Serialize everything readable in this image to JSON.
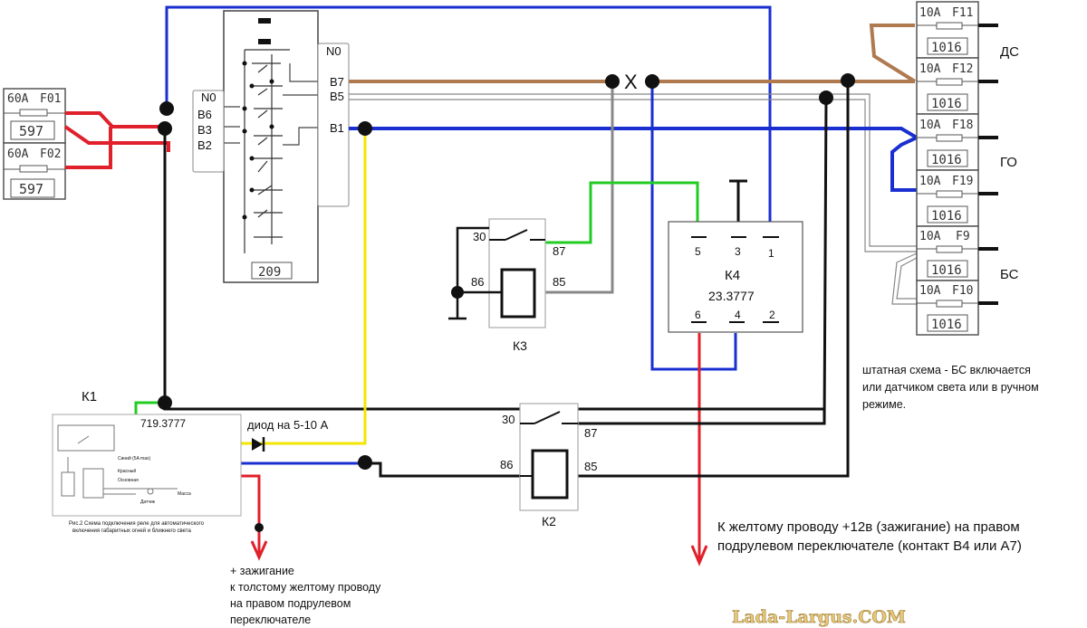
{
  "fuses": {
    "f01": {
      "rating": "60A",
      "name": "F01",
      "code": "597"
    },
    "f02": {
      "rating": "60A",
      "name": "F02",
      "code": "597"
    },
    "f11": {
      "rating": "10A",
      "name": "F11",
      "code": "1016"
    },
    "f12": {
      "rating": "10A",
      "name": "F12",
      "code": "1016"
    },
    "f18": {
      "rating": "10A",
      "name": "F18",
      "code": "1016"
    },
    "f19": {
      "rating": "10A",
      "name": "F19",
      "code": "1016"
    },
    "f9": {
      "rating": "10A",
      "name": "F9",
      "code": "1016"
    },
    "f10": {
      "rating": "10A",
      "name": "F10",
      "code": "1016"
    }
  },
  "fuse_groups": {
    "ds": "ДС",
    "go": "ГО",
    "bs": "БС"
  },
  "switch": {
    "code": "209",
    "left_no": "N0",
    "b6": "B6",
    "b3": "B3",
    "b2": "B2",
    "right_no": "N0",
    "b7": "B7",
    "b5": "B5",
    "b1": "B1"
  },
  "cut_mark": "X",
  "k3": {
    "name": "К3",
    "p30": "30",
    "p87": "87",
    "p86": "86",
    "p85": "85"
  },
  "k2": {
    "name": "К2",
    "p30": "30",
    "p87": "87",
    "p86": "86",
    "p85": "85"
  },
  "k4": {
    "name": "К4",
    "part": "23.3777",
    "p5": "5",
    "p3": "3",
    "p1": "1",
    "p6": "6",
    "p4": "4",
    "p2": "2"
  },
  "k1": {
    "name": "К1",
    "part": "719.3777",
    "wire_blue": "Синий (5A max)",
    "wire_red": "Красный",
    "wire_gray": "Основная",
    "sensor": "Датчик",
    "mass": "Масса",
    "caption_line1": "Рис.2 Схема подключения реле для автоматического",
    "caption_line2": "включения габаритных огней и ближнего света"
  },
  "diode_label": "диод на 5-10 А",
  "notes": {
    "standard_line1": "штатная схема - БС включается",
    "standard_line2": "или датчиком света или в ручном",
    "standard_line3": "режиме.",
    "k4_line1": "К желтому проводу +12в (зажигание) на правом",
    "k4_line2": "подрулевом переключателе (контакт В4 или А7)",
    "ign_line1": "+ зажигание",
    "ign_line2": "к толстому желтому проводу",
    "ign_line3": "на правом подрулевом",
    "ign_line4": "переключателе"
  },
  "watermark": "Lada-Largus.COM",
  "colors": {
    "red": "#e0202a",
    "blue": "#1a2fd0",
    "brown": "#b07a50",
    "green": "#22cc22",
    "yellow": "#f2e600",
    "gray": "#888888",
    "black": "#111111"
  }
}
